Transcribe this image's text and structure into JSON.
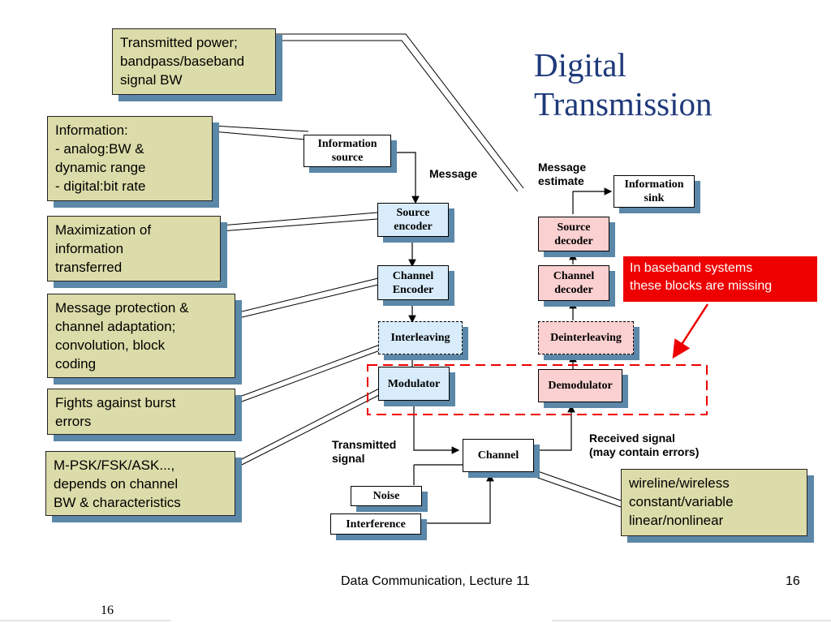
{
  "slide": {
    "title": "Digital\nTransmission",
    "footer_center": "Data Communication, Lecture 11",
    "footer_right": "16",
    "footer_left": "16"
  },
  "callouts": {
    "power": "Transmitted power;\nbandpass/baseband\nsignal BW",
    "information": "Information:\n- analog:BW &\ndynamic range\n- digital:bit rate",
    "maximization": "Maximization of\ninformation\ntransferred",
    "protection": "Message protection &\nchannel adaptation;\nconvolution, block\ncoding",
    "burst": "Fights against burst\nerrors",
    "mpsk": "M-PSK/FSK/ASK...,\ndepends on channel\nBW & characteristics",
    "channel_types": "wireline/wireless\nconstant/variable\nlinear/nonlinear"
  },
  "blocks": {
    "info_source": "Information\nsource",
    "source_encoder": "Source\nencoder",
    "channel_encoder": "Channel\nEncoder",
    "interleaving": "Interleaving",
    "modulator": "Modulator",
    "channel": "Channel",
    "noise": "Noise",
    "interference": "Interference",
    "demodulator": "Demodulator",
    "deinterleaving": "Deinterleaving",
    "channel_decoder": "Channel\ndecoder",
    "source_decoder": "Source\ndecoder",
    "info_sink": "Information\nsink"
  },
  "labels": {
    "message": "Message",
    "message_estimate": "Message\nestimate",
    "transmitted_signal": "Transmitted\nsignal",
    "received_signal": "Received signal\n(may contain errors)"
  },
  "note": "In baseband systems\nthese blocks are missing",
  "colors": {
    "callout_fill": "#dcdcaa",
    "shadow": "#5b87a8",
    "tx_block": "#d8ecfb",
    "rx_block": "#fbd0d0",
    "highlight": "#ee0000",
    "title": "#1f3a7a"
  }
}
